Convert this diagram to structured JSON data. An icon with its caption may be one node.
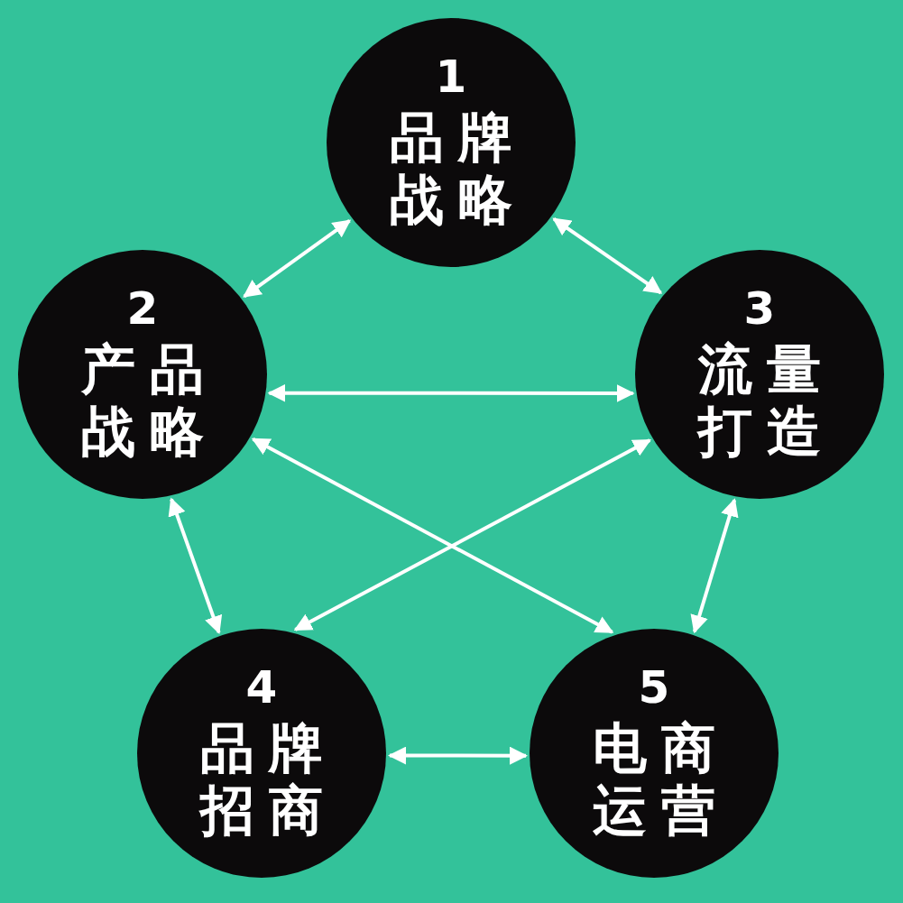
{
  "diagram": {
    "nodes": [
      {
        "text": [
          "1",
          "品牌战略"
        ]
      },
      {
        "text": [
          "2",
          "产品战略"
        ]
      },
      {
        "text": [
          "3",
          "流量打造"
        ]
      },
      {
        "text": [
          "4",
          "品牌招商"
        ]
      },
      {
        "text": [
          "5",
          "电商运营"
        ]
      }
    ],
    "edges": [
      {
        "from": 0,
        "to": 1,
        "arrow": "both"
      },
      {
        "from": 0,
        "to": 2,
        "arrow": "both"
      },
      {
        "from": 1,
        "to": 2,
        "arrow": "both"
      },
      {
        "from": 1,
        "to": 4,
        "arrow": "both"
      },
      {
        "from": 2,
        "to": 3,
        "arrow": "both"
      },
      {
        "from": 1,
        "to": 3,
        "arrow": "both"
      },
      {
        "from": 2,
        "to": 4,
        "arrow": "both"
      },
      {
        "from": 3,
        "to": 4,
        "arrow": "both"
      }
    ]
  }
}
